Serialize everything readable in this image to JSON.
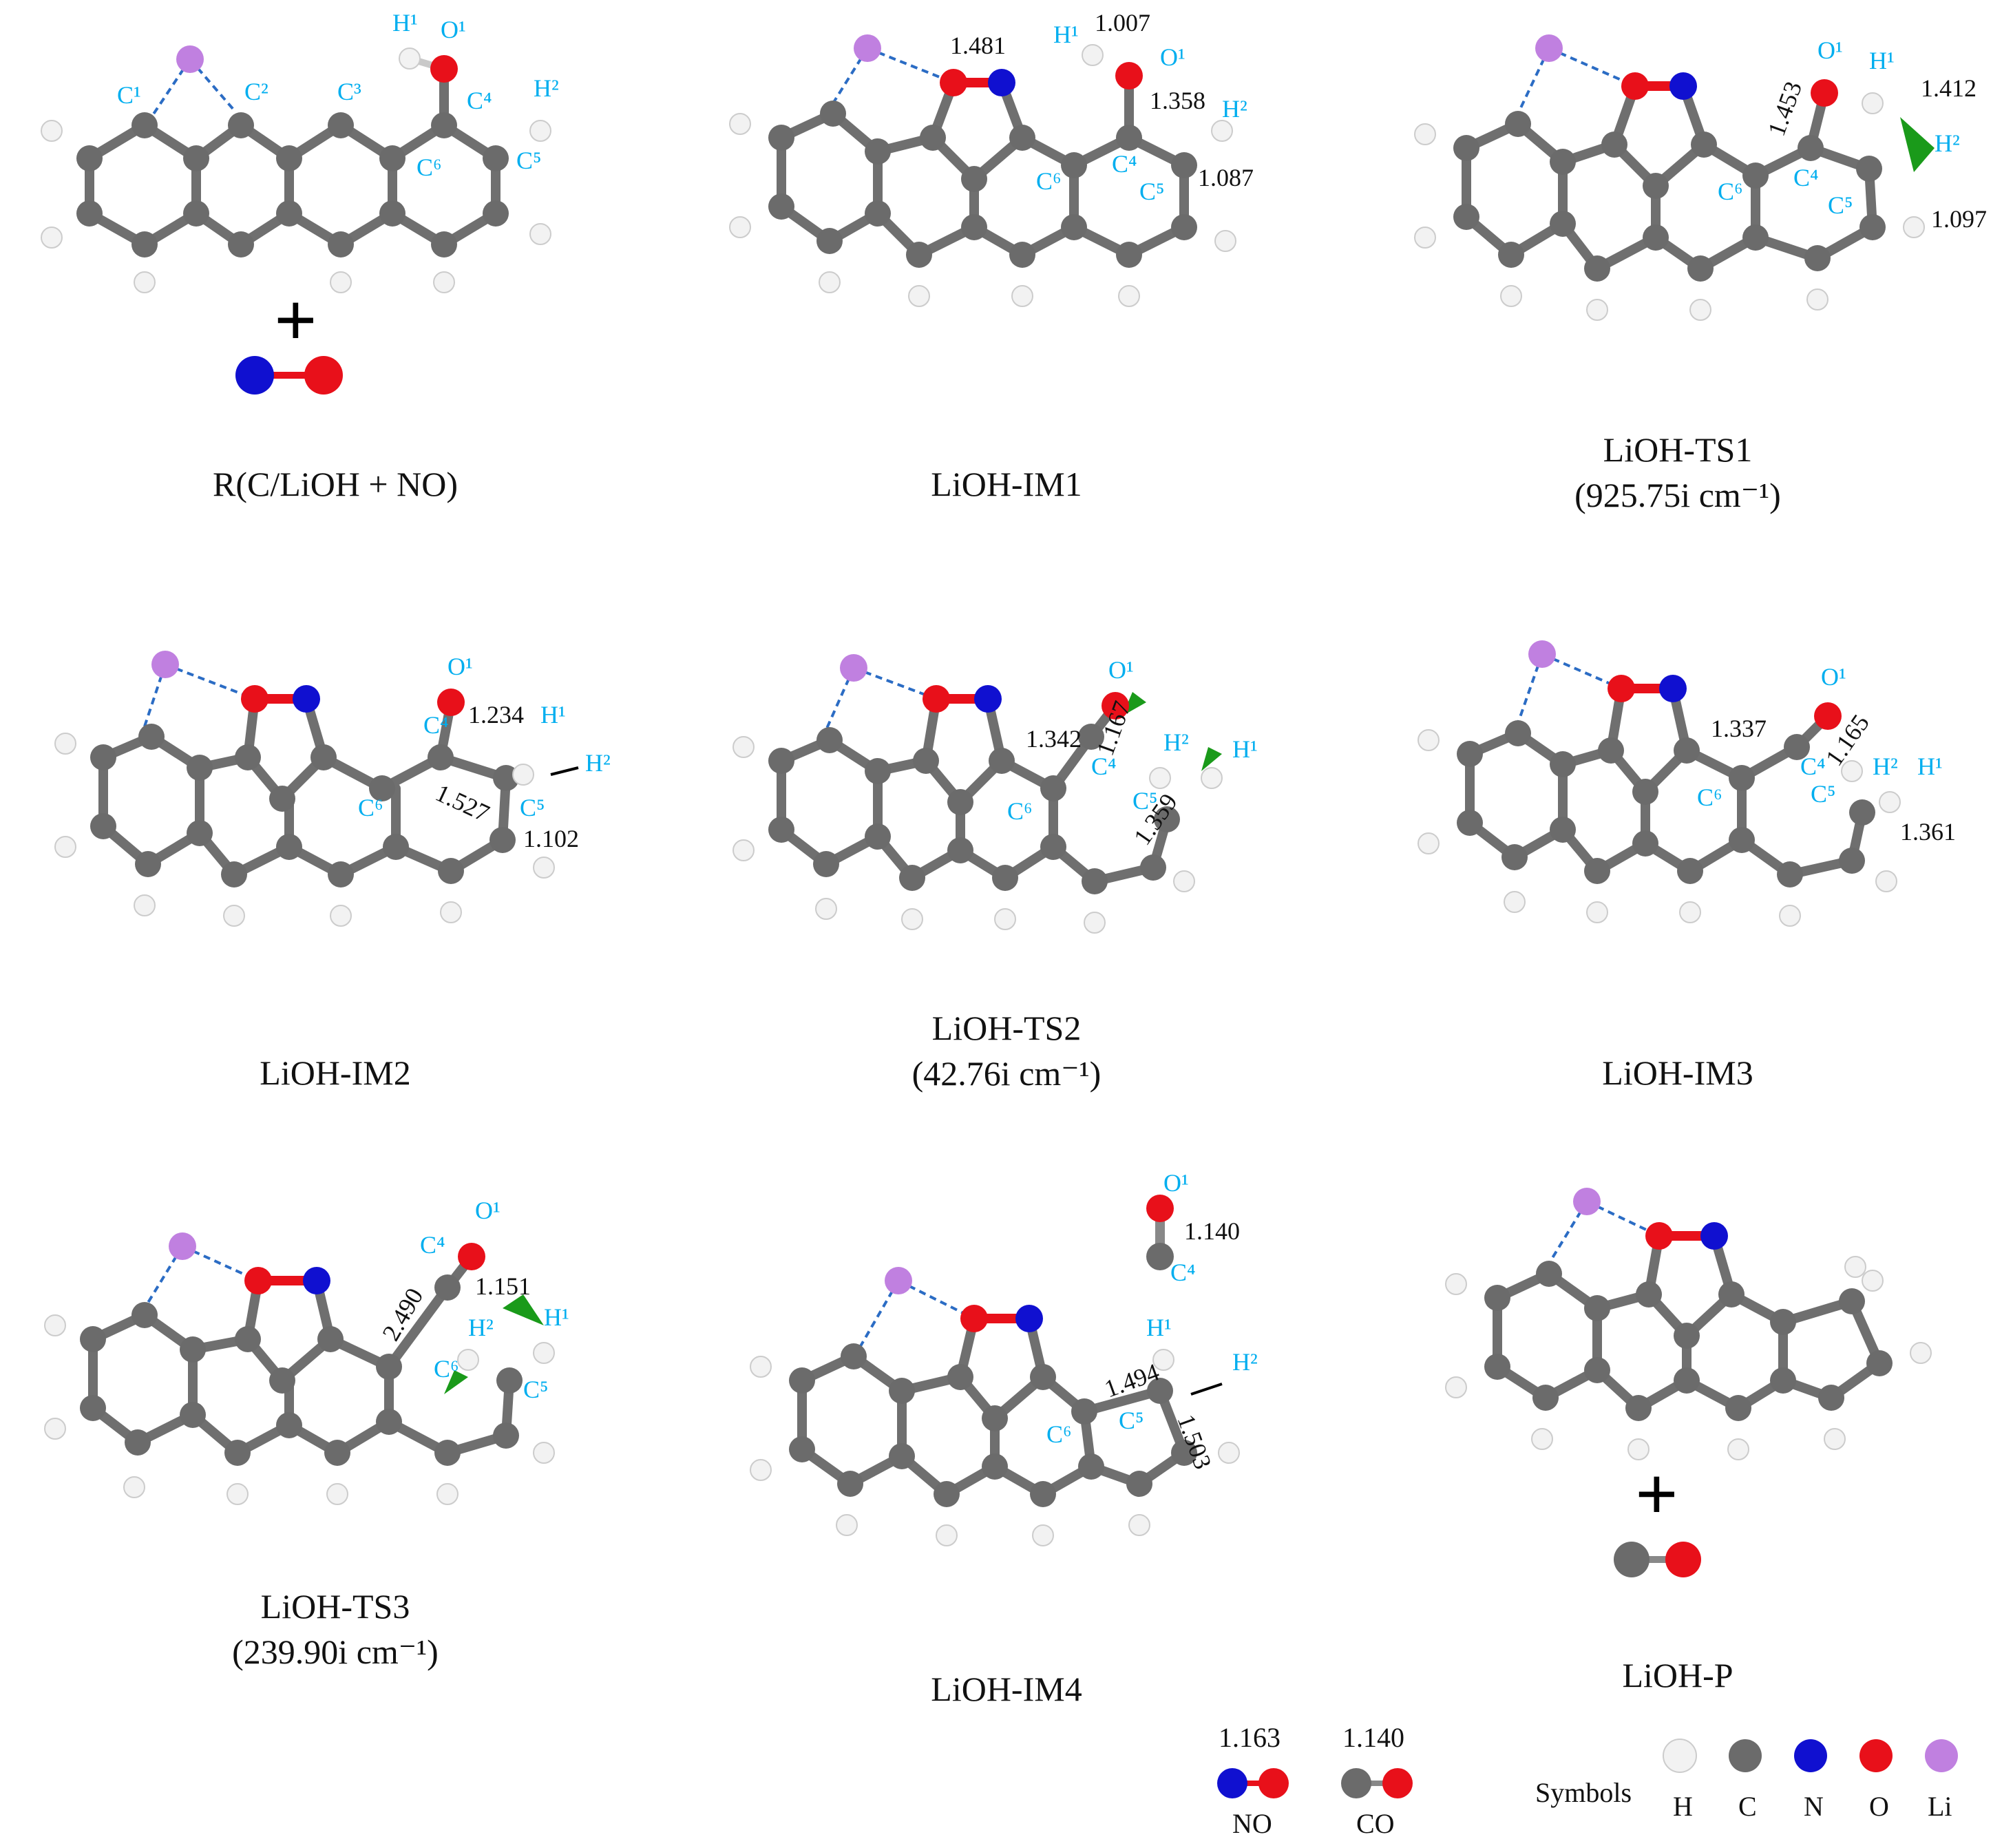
{
  "colors": {
    "H": "#f2f2f2",
    "C": "#6b6b6b",
    "N": "#1010d0",
    "O": "#e8101a",
    "Li": "#c080e0",
    "label": "#00aeef",
    "dash": "#2b6cc4",
    "arrow": "#1a9a1a"
  },
  "panels": [
    {
      "id": "r",
      "caption": "R(C/LiOH + NO)",
      "freq": "",
      "labels": [
        "C¹",
        "C²",
        "C³",
        "H¹",
        "O¹",
        "C⁴",
        "H²",
        "C⁵",
        "C⁶"
      ],
      "numbers": []
    },
    {
      "id": "im1",
      "caption": "LiOH-IM1",
      "freq": "",
      "labels": [
        "H¹",
        "O¹",
        "H²",
        "C⁶",
        "C⁴",
        "C⁵"
      ],
      "numbers": [
        "1.481",
        "1.007",
        "1.358",
        "1.087"
      ]
    },
    {
      "id": "ts1",
      "caption": "LiOH-TS1",
      "freq": "(925.75i cm⁻¹)",
      "labels": [
        "O¹",
        "H¹",
        "H²",
        "C⁶",
        "C⁴",
        "C⁵"
      ],
      "numbers": [
        "1.453",
        "1.412",
        "1.097"
      ]
    },
    {
      "id": "im2",
      "caption": "LiOH-IM2",
      "freq": "",
      "labels": [
        "O¹",
        "C⁴",
        "H¹",
        "H²",
        "C⁶",
        "C⁵"
      ],
      "numbers": [
        "1.234",
        "1.527",
        "1.102"
      ]
    },
    {
      "id": "ts2",
      "caption": "LiOH-TS2",
      "freq": "(42.76i cm⁻¹)",
      "labels": [
        "O¹",
        "C⁴",
        "H²",
        "H¹",
        "C⁶",
        "C⁵"
      ],
      "numbers": [
        "1.342",
        "1.167",
        "1.359"
      ]
    },
    {
      "id": "im3",
      "caption": "LiOH-IM3",
      "freq": "",
      "labels": [
        "O¹",
        "C⁴",
        "H²",
        "H¹",
        "C⁶",
        "C⁵"
      ],
      "numbers": [
        "1.337",
        "1.165",
        "1.361"
      ]
    },
    {
      "id": "ts3",
      "caption": "LiOH-TS3",
      "freq": "(239.90i cm⁻¹)",
      "labels": [
        "C⁴",
        "O¹",
        "H²",
        "H¹",
        "C⁶",
        "C⁵"
      ],
      "numbers": [
        "2.490",
        "1.151"
      ]
    },
    {
      "id": "im4",
      "caption": "LiOH-IM4",
      "freq": "",
      "labels": [
        "O¹",
        "C⁴",
        "H¹",
        "H²",
        "C⁶",
        "C⁵"
      ],
      "numbers": [
        "1.140",
        "1.494",
        "1.503"
      ]
    },
    {
      "id": "p",
      "caption": "LiOH-P",
      "freq": "",
      "labels": [],
      "numbers": []
    }
  ],
  "plus_sign": "+",
  "legend": {
    "no_len": "1.163",
    "co_len": "1.140",
    "no_label": "NO",
    "co_label": "CO",
    "symbols_title": "Symbols",
    "symbols": [
      "H",
      "C",
      "N",
      "O",
      "Li"
    ]
  }
}
